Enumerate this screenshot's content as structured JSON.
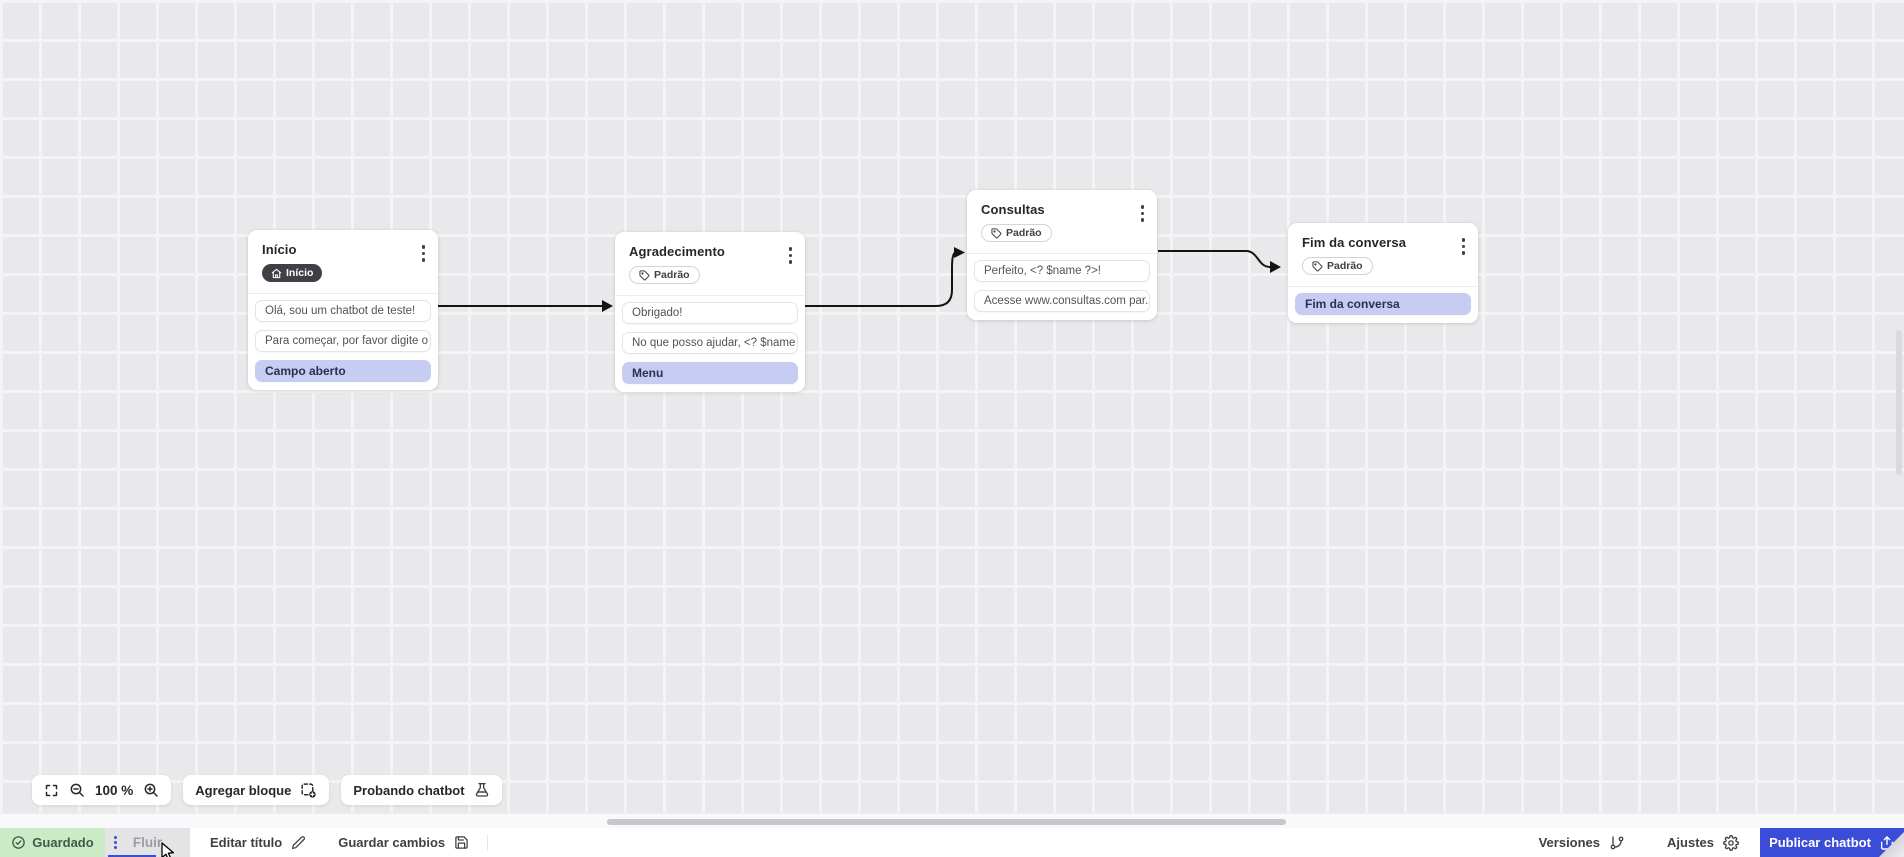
{
  "flow": {
    "nodes": [
      {
        "title": "Início",
        "badge": "Início",
        "items": [
          {
            "text": "Olá, sou um chatbot de teste!"
          },
          {
            "text": "Para começar, por favor digite o ..."
          },
          {
            "text": "Campo aberto"
          }
        ]
      },
      {
        "title": "Agradecimento",
        "badge": "Padrão",
        "items": [
          {
            "text": "Obrigado!"
          },
          {
            "text": "No que posso ajudar, <? $name ..."
          },
          {
            "text": "Menu"
          }
        ]
      },
      {
        "title": "Consultas",
        "badge": "Padrão",
        "items": [
          {
            "text": "Perfeito, <? $name ?>!"
          },
          {
            "text": "Acesse www.consultas.com par..."
          }
        ]
      },
      {
        "title": "Fim da conversa",
        "badge": "Padrão",
        "items": [
          {
            "text": "Fim da conversa"
          }
        ]
      }
    ]
  },
  "toolbar": {
    "zoom_level": "100 %",
    "add_block": "Agregar bloque",
    "test_chatbot": "Probando chatbot"
  },
  "statusbar": {
    "saved": "Guardado",
    "flow_tab": "Fluir",
    "edit_title": "Editar título",
    "save_changes": "Guardar cambios",
    "versions": "Versiones",
    "settings": "Ajustes",
    "publish": "Publicar chatbot"
  },
  "colors": {
    "accent_blue": "#3b4dd8",
    "saved_green_bg": "#cbeac6",
    "saved_green_text": "#3d5c47",
    "highlight_item_bg": "#c7cdf2",
    "arrow": "#141414"
  }
}
